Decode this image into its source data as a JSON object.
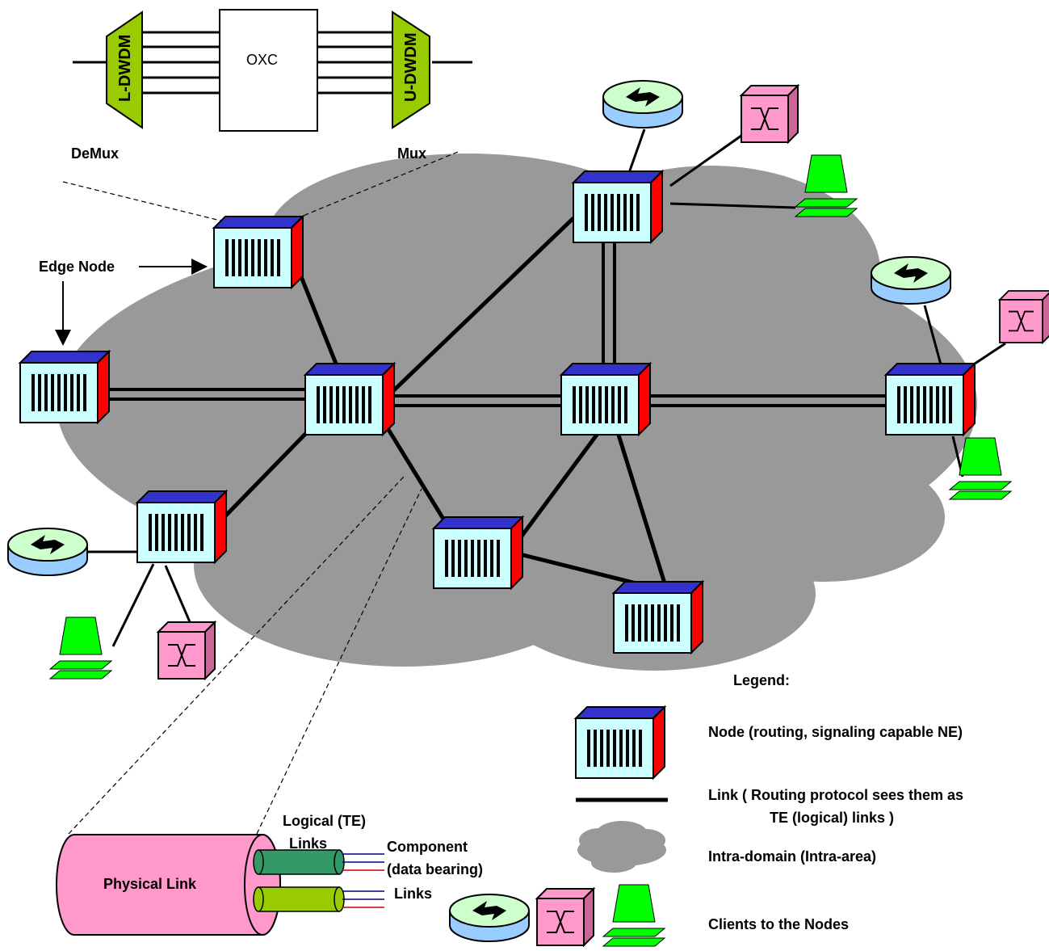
{
  "oxc": {
    "center_label": "OXC",
    "left_dwdm": "L-DWDM",
    "right_dwdm": "U-DWDM",
    "demux_label": "DeMux",
    "mux_label": "Mux"
  },
  "edge_node_label": "Edge Node",
  "physical_link": {
    "label": "Physical Link",
    "logical_te_line1": "Logical (TE)",
    "logical_te_line2": "Links",
    "component_line1": "Component",
    "component_line2": "(data bearing)",
    "component_line3": "Links"
  },
  "legend": {
    "title": "Legend:",
    "node": "Node (routing, signaling capable NE)",
    "link_line1": "Link ( Routing protocol sees them as",
    "link_line2": "TE (logical) links )",
    "domain": "Intra-domain (Intra-area)",
    "clients": "Clients to the Nodes"
  },
  "colors": {
    "cloud": "#999999",
    "node_face": "#ccffff",
    "node_top": "#3333cc",
    "node_side": "#ff0000",
    "router_top": "#ccffcc",
    "router_base": "#99ccff",
    "switch_face": "#ff99cc",
    "workstation": "#00ff00",
    "dwdm": "#99cc00",
    "physical_link": "#ff99cc",
    "fiber_dark": "#339966",
    "fiber_light": "#99cc00"
  }
}
